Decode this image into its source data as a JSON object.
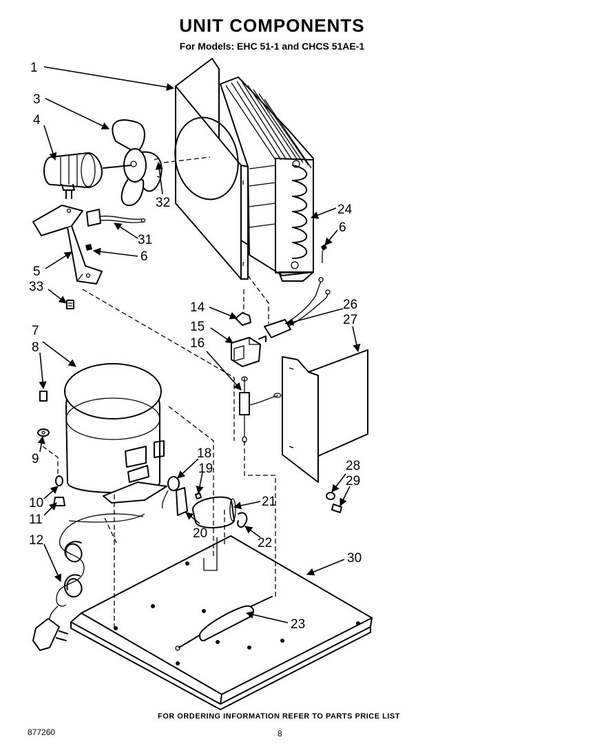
{
  "title": "UNIT COMPONENTS",
  "subtitle": "For Models: EHC 51-1 and CHCS 51AE-1",
  "footer": "FOR ORDERING INFORMATION REFER TO PARTS PRICE LIST",
  "doc_number": "877260",
  "page_number": "8",
  "callouts": [
    "1",
    "3",
    "4",
    "32",
    "31",
    "6",
    "5",
    "33",
    "24",
    "6",
    "14",
    "15",
    "16",
    "26",
    "27",
    "7",
    "8",
    "9",
    "10",
    "11",
    "12",
    "18",
    "19",
    "20",
    "21",
    "22",
    "28",
    "29",
    "30",
    "23"
  ]
}
